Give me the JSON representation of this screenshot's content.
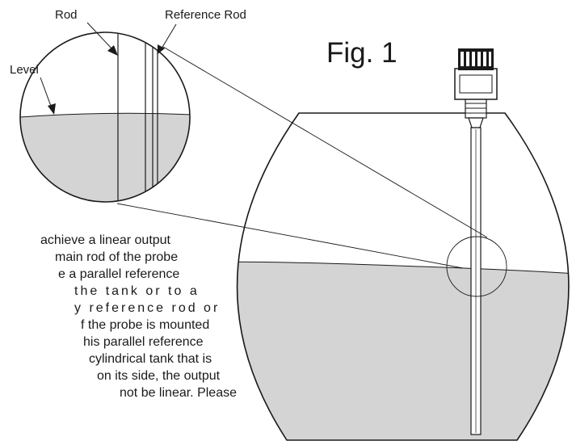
{
  "labels": {
    "rod": "Rod",
    "reference_rod": "Reference Rod",
    "level": "Level",
    "figure": "Fig. 1"
  },
  "body_text": [
    "achieve a linear output",
    "main rod of the probe",
    "e a parallel reference",
    "the tank or to a",
    "y reference rod or",
    "f the probe is mounted",
    "his parallel reference",
    "cylindrical tank that is",
    "on its side, the output",
    "not be linear. Please"
  ],
  "colors": {
    "stroke": "#1a1a1a",
    "liquid": "#d4d4d4",
    "background": "#ffffff"
  }
}
